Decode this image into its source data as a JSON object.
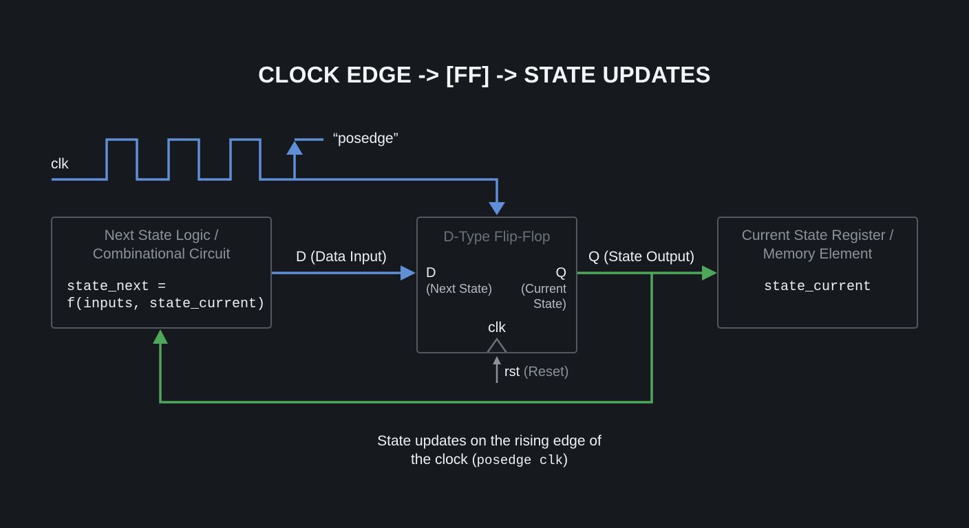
{
  "title": "CLOCK EDGE -> [FF] -> STATE UPDATES",
  "clock": {
    "label": "clk",
    "annotation": "“posedge”"
  },
  "next_state_block": {
    "title_line1": "Next State Logic /",
    "title_line2": "Combinational Circuit",
    "code_line1": "state_next =",
    "code_line2": "f(inputs, state_current)"
  },
  "data_input_label": "D (Data Input)",
  "flip_flop": {
    "title": "D-Type Flip-Flop",
    "d_port": "D",
    "d_desc": "(Next State)",
    "q_port": "Q",
    "q_desc_line1": "(Current",
    "q_desc_line2": "State)",
    "clk_port": "clk",
    "reset_name": "rst",
    "reset_desc": "(Reset)"
  },
  "state_output_label": "Q (State Output)",
  "register_block": {
    "title_line1": "Current State Register /",
    "title_line2": "Memory Element",
    "code": "state_current"
  },
  "caption": {
    "line1": "State updates on the rising edge of",
    "line2_prefix": "the clock (",
    "line2_code": "posedge clk",
    "line2_suffix": ")"
  },
  "colors": {
    "background": "#16191e",
    "clock_wire": "#5f8fd6",
    "state_wire": "#4ea75a",
    "box_border": "#55595f"
  }
}
